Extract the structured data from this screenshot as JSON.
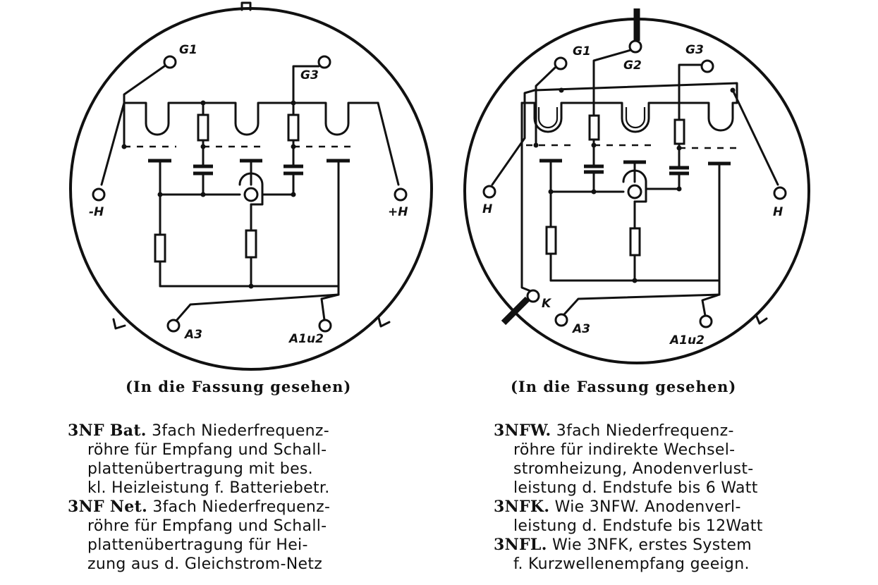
{
  "left_tube": {
    "labels": {
      "g1": "G1",
      "g3": "G3",
      "heater_neg": "-H",
      "heater_pos": "+H",
      "a3": "A3",
      "a12": "A1u2"
    },
    "caption": "(In die Fassung gesehen)"
  },
  "right_tube": {
    "labels": {
      "g1": "G1",
      "g2": "G2",
      "g3": "G3",
      "heater_left": "H",
      "heater_right": "H",
      "cathode": "K",
      "a3": "A3",
      "a12": "A1u2"
    },
    "caption": "(In die Fassung gesehen)"
  },
  "descriptions": {
    "left": [
      {
        "name": "3NF Bat.",
        "lines": [
          "3fach Niederfrequenz-",
          "röhre für Empfang und Schall-",
          "plattenübertragung mit bes.",
          "kl. Heizleistung f. Batteriebetr."
        ]
      },
      {
        "name": "3NF Net.",
        "lines": [
          "3fach Niederfrequenz-",
          "röhre für Empfang und Schall-",
          "plattenübertragung für Hei-",
          "zung aus d. Gleichstrom-Netz"
        ]
      }
    ],
    "right": [
      {
        "name": "3NFW.",
        "lines": [
          "3fach Niederfrequenz-",
          "röhre für indirekte Wechsel-",
          "stromheizung, Anodenverlust-",
          "leistung d. Endstufe bis 6 Watt"
        ]
      },
      {
        "name": "3NFK.",
        "lines": [
          "Wie 3NFW. Anodenverl-",
          "leistung d. Endstufe bis 12Watt"
        ]
      },
      {
        "name": "3NFL.",
        "lines": [
          "Wie 3NFK, erstes System",
          "f. Kurzwellenempfang geeign."
        ]
      }
    ]
  }
}
